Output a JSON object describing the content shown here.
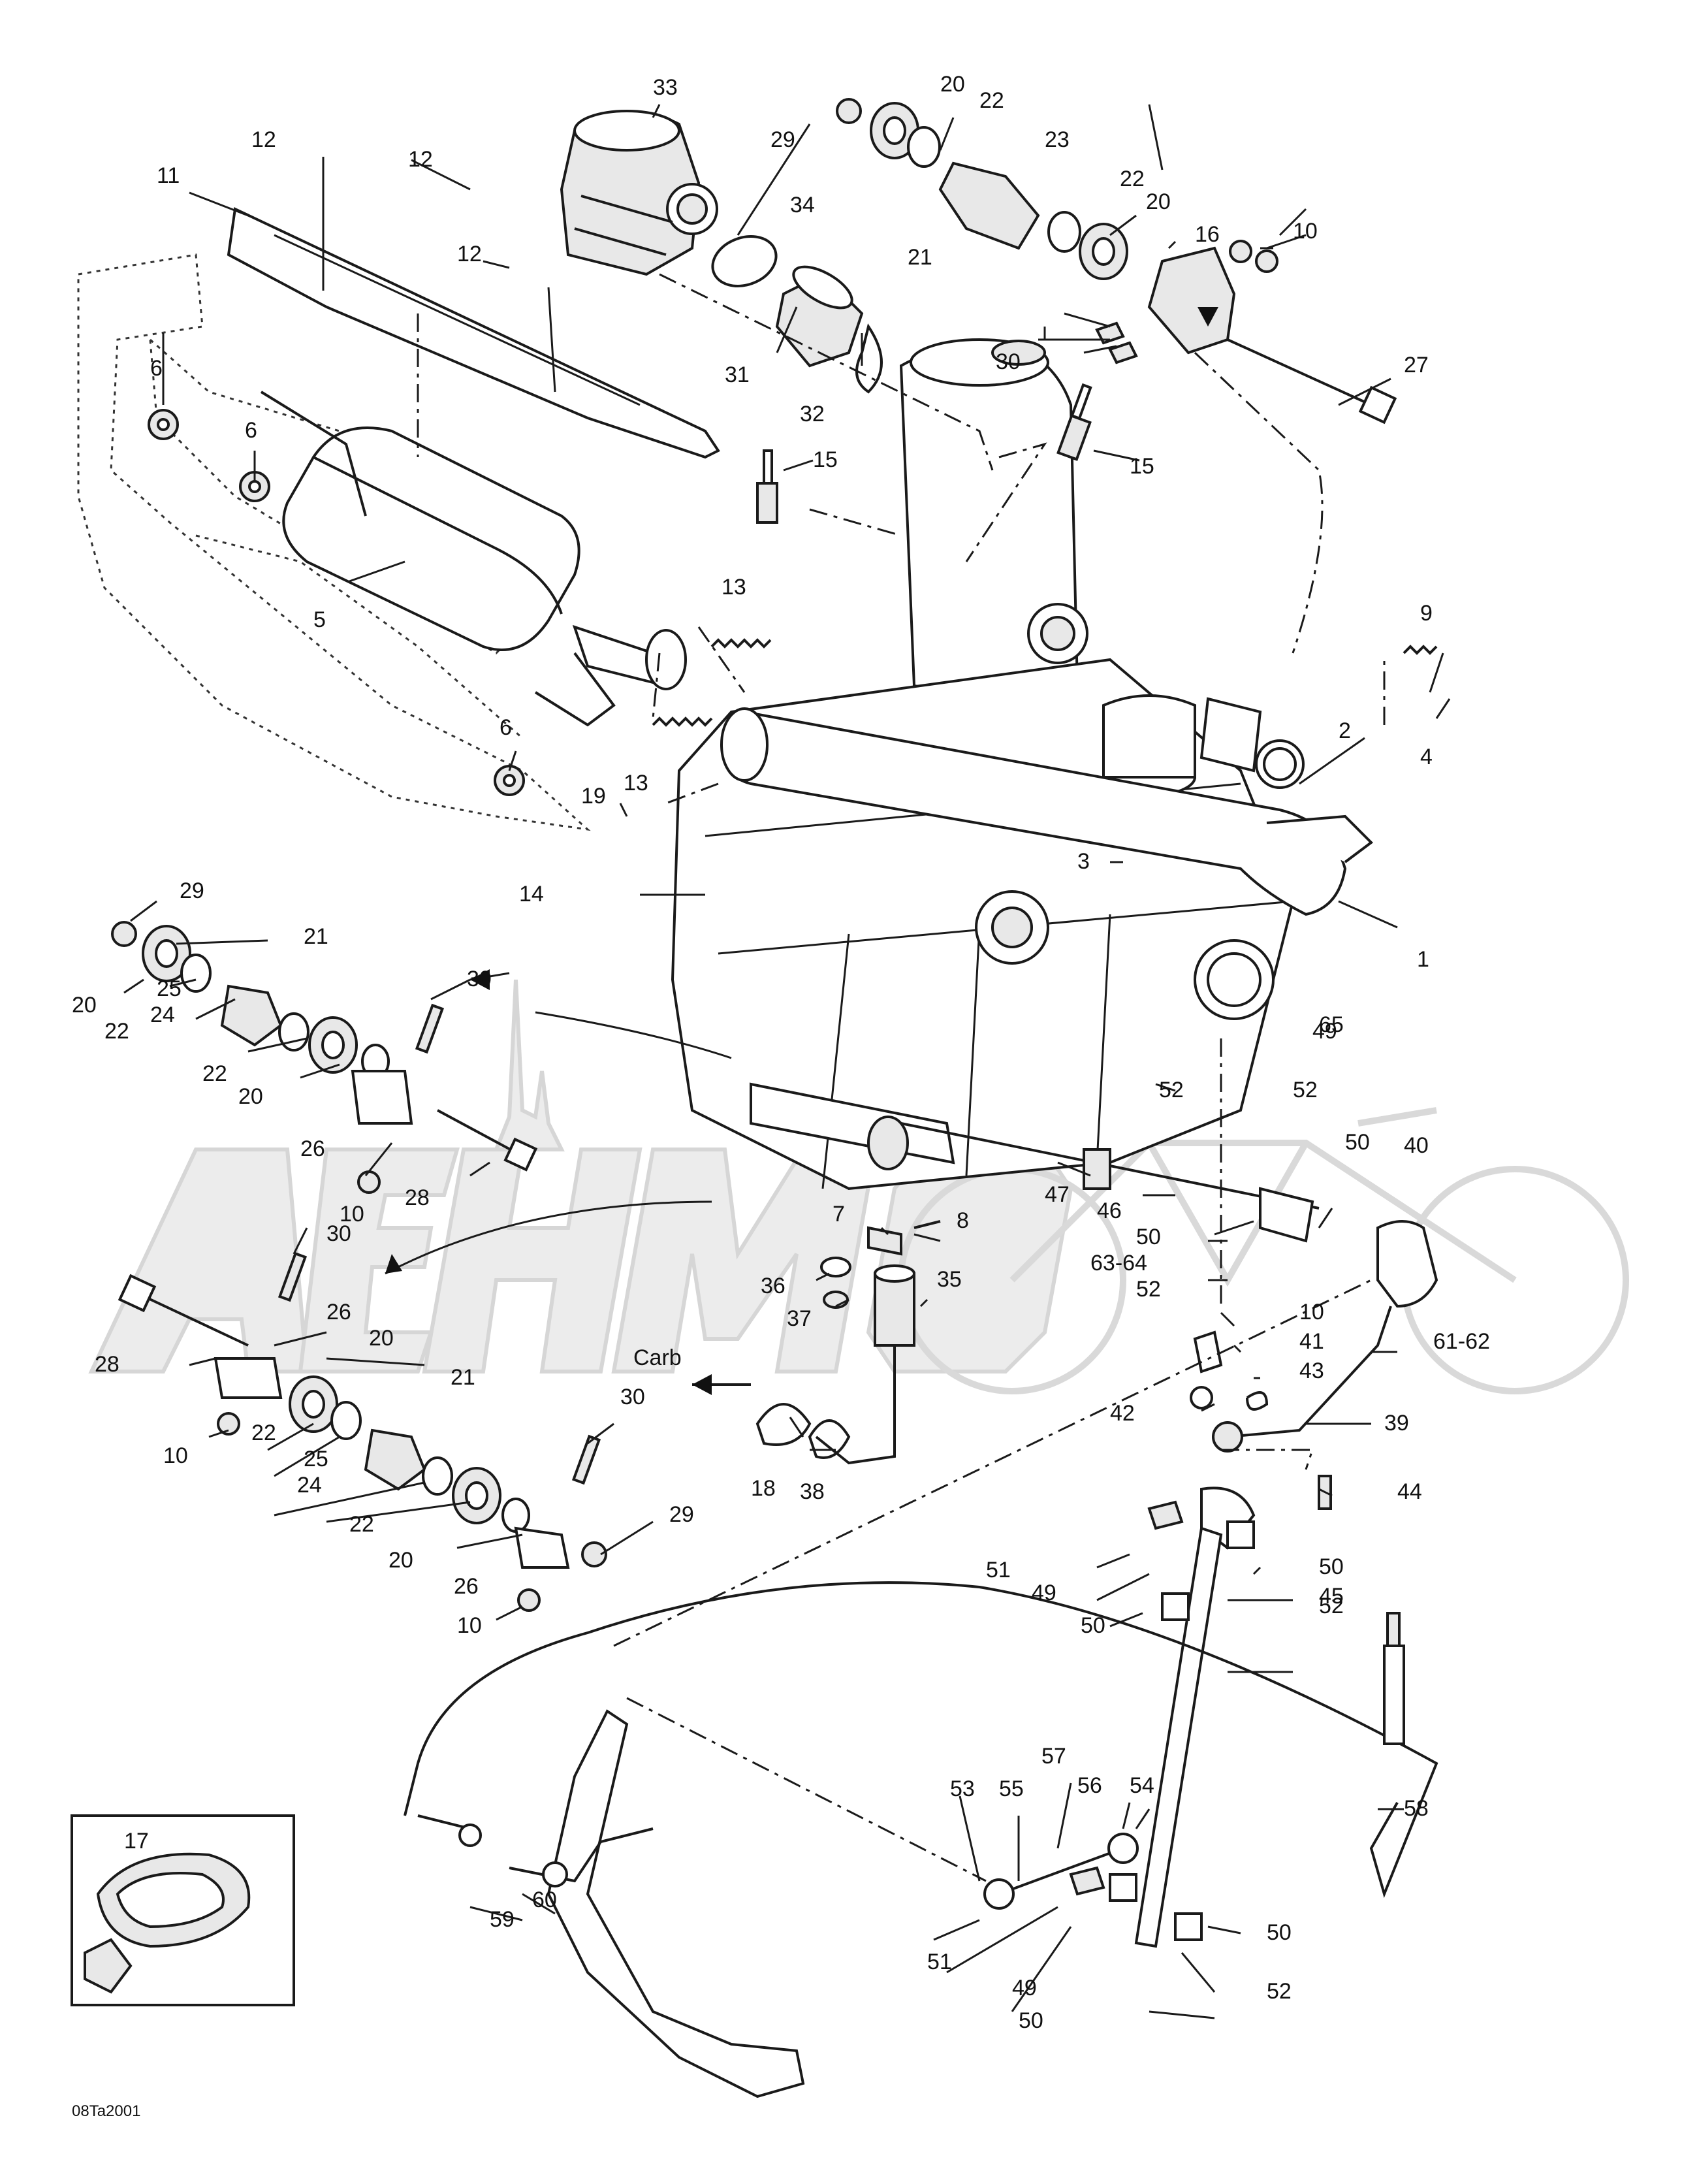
{
  "diagram": {
    "drawing_code": "08Ta2001",
    "carb_label": "Carb",
    "parts": [
      {
        "id": "p1",
        "label": "1"
      },
      {
        "id": "p2",
        "label": "2"
      },
      {
        "id": "p3",
        "label": "3"
      },
      {
        "id": "p4",
        "label": "4"
      },
      {
        "id": "p5",
        "label": "5"
      },
      {
        "id": "p6a",
        "label": "6"
      },
      {
        "id": "p6b",
        "label": "6"
      },
      {
        "id": "p6c",
        "label": "6"
      },
      {
        "id": "p7",
        "label": "7"
      },
      {
        "id": "p8",
        "label": "8"
      },
      {
        "id": "p9",
        "label": "9"
      },
      {
        "id": "p10a",
        "label": "10"
      },
      {
        "id": "p10b",
        "label": "10"
      },
      {
        "id": "p10c",
        "label": "10"
      },
      {
        "id": "p10d",
        "label": "10"
      },
      {
        "id": "p10e",
        "label": "10"
      },
      {
        "id": "p11",
        "label": "11"
      },
      {
        "id": "p12a",
        "label": "12"
      },
      {
        "id": "p12b",
        "label": "12"
      },
      {
        "id": "p12c",
        "label": "12"
      },
      {
        "id": "p13a",
        "label": "13"
      },
      {
        "id": "p13b",
        "label": "13"
      },
      {
        "id": "p14",
        "label": "14"
      },
      {
        "id": "p15a",
        "label": "15"
      },
      {
        "id": "p15b",
        "label": "15"
      },
      {
        "id": "p16",
        "label": "16"
      },
      {
        "id": "p17",
        "label": "17"
      },
      {
        "id": "p18",
        "label": "18"
      },
      {
        "id": "p19",
        "label": "19"
      },
      {
        "id": "p20a",
        "label": "20"
      },
      {
        "id": "p20b",
        "label": "20"
      },
      {
        "id": "p20c",
        "label": "20"
      },
      {
        "id": "p20d",
        "label": "20"
      },
      {
        "id": "p20e",
        "label": "20"
      },
      {
        "id": "p20f",
        "label": "20"
      },
      {
        "id": "p21a",
        "label": "21"
      },
      {
        "id": "p21b",
        "label": "21"
      },
      {
        "id": "p21c",
        "label": "21"
      },
      {
        "id": "p22a",
        "label": "22"
      },
      {
        "id": "p22b",
        "label": "22"
      },
      {
        "id": "p22c",
        "label": "22"
      },
      {
        "id": "p22d",
        "label": "22"
      },
      {
        "id": "p22e",
        "label": "22"
      },
      {
        "id": "p22f",
        "label": "22"
      },
      {
        "id": "p23",
        "label": "23"
      },
      {
        "id": "p24a",
        "label": "24"
      },
      {
        "id": "p24b",
        "label": "24"
      },
      {
        "id": "p25a",
        "label": "25"
      },
      {
        "id": "p25b",
        "label": "25"
      },
      {
        "id": "p26a",
        "label": "26"
      },
      {
        "id": "p26b",
        "label": "26"
      },
      {
        "id": "p26c",
        "label": "26"
      },
      {
        "id": "p27",
        "label": "27"
      },
      {
        "id": "p28a",
        "label": "28"
      },
      {
        "id": "p28b",
        "label": "28"
      },
      {
        "id": "p29a",
        "label": "29"
      },
      {
        "id": "p29b",
        "label": "29"
      },
      {
        "id": "p29c",
        "label": "29"
      },
      {
        "id": "p30a",
        "label": "30"
      },
      {
        "id": "p30b",
        "label": "30"
      },
      {
        "id": "p30c",
        "label": "30"
      },
      {
        "id": "p30d",
        "label": "30"
      },
      {
        "id": "p31",
        "label": "31"
      },
      {
        "id": "p32",
        "label": "32"
      },
      {
        "id": "p33",
        "label": "33"
      },
      {
        "id": "p34",
        "label": "34"
      },
      {
        "id": "p35",
        "label": "35"
      },
      {
        "id": "p36",
        "label": "36"
      },
      {
        "id": "p37",
        "label": "37"
      },
      {
        "id": "p38",
        "label": "38"
      },
      {
        "id": "p39",
        "label": "39"
      },
      {
        "id": "p40",
        "label": "40"
      },
      {
        "id": "p41",
        "label": "41"
      },
      {
        "id": "p42",
        "label": "42"
      },
      {
        "id": "p43",
        "label": "43"
      },
      {
        "id": "p44",
        "label": "44"
      },
      {
        "id": "p45",
        "label": "45"
      },
      {
        "id": "p46",
        "label": "46"
      },
      {
        "id": "p47",
        "label": "47"
      },
      {
        "id": "p49a",
        "label": "49"
      },
      {
        "id": "p49b",
        "label": "49"
      },
      {
        "id": "p49c",
        "label": "49"
      },
      {
        "id": "p50a",
        "label": "50"
      },
      {
        "id": "p50b",
        "label": "50"
      },
      {
        "id": "p50c",
        "label": "50"
      },
      {
        "id": "p50d",
        "label": "50"
      },
      {
        "id": "p50e",
        "label": "50"
      },
      {
        "id": "p50f",
        "label": "50"
      },
      {
        "id": "p51a",
        "label": "51"
      },
      {
        "id": "p51b",
        "label": "51"
      },
      {
        "id": "p52a",
        "label": "52"
      },
      {
        "id": "p52b",
        "label": "52"
      },
      {
        "id": "p52c",
        "label": "52"
      },
      {
        "id": "p52d",
        "label": "52"
      },
      {
        "id": "p52e",
        "label": "52"
      },
      {
        "id": "p53",
        "label": "53"
      },
      {
        "id": "p54",
        "label": "54"
      },
      {
        "id": "p55",
        "label": "55"
      },
      {
        "id": "p56",
        "label": "56"
      },
      {
        "id": "p57",
        "label": "57"
      },
      {
        "id": "p58",
        "label": "58"
      },
      {
        "id": "p59",
        "label": "59"
      },
      {
        "id": "p60",
        "label": "60"
      },
      {
        "id": "p6162",
        "label": "61-62"
      },
      {
        "id": "p6364",
        "label": "63-64"
      },
      {
        "id": "p65",
        "label": "65"
      }
    ]
  }
}
